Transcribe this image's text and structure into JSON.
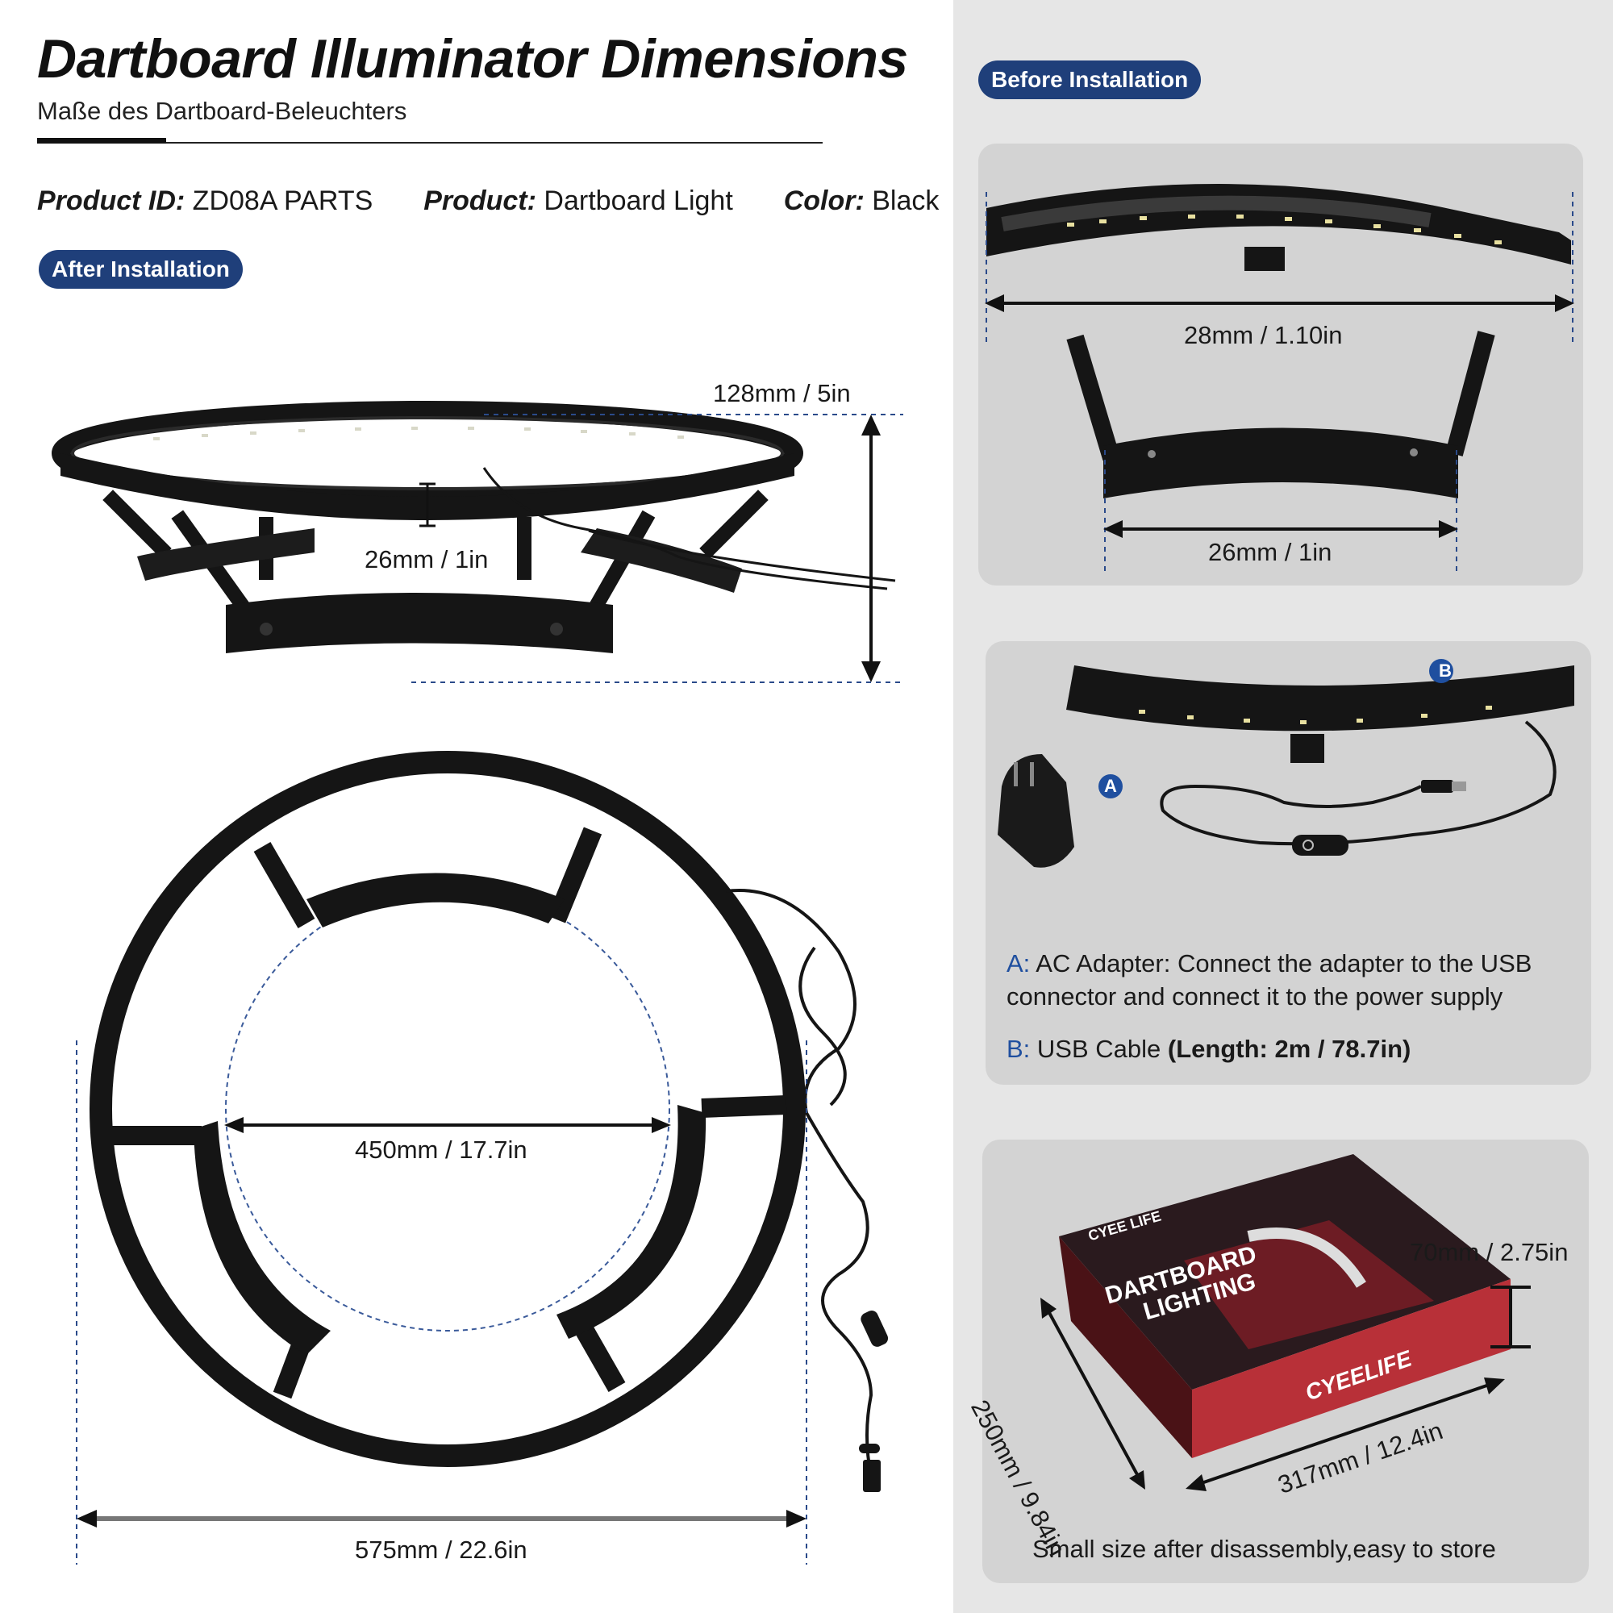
{
  "header": {
    "title": "Dartboard Illuminator Dimensions",
    "subtitle": "Maße des Dartboard-Beleuchters"
  },
  "specs": {
    "product_id_label": "Product ID:",
    "product_id_value": "ZD08A PARTS",
    "product_label": "Product:",
    "product_value": "Dartboard Light",
    "color_label": "Color:",
    "color_value": "Black"
  },
  "left": {
    "after_installation_label": "After Installation",
    "height_dim": "128mm / 5in",
    "bracket_dim": "26mm / 1in",
    "inner_diameter_dim": "450mm / 17.7in",
    "outer_diameter_dim": "575mm / 22.6in"
  },
  "right": {
    "before_installation_label": "Before Installation",
    "strip_width_dim": "28mm / 1.10in",
    "bracket_width_dim": "26mm / 1in",
    "badge_a": "A",
    "badge_b": "B",
    "note_a_label": "A:",
    "note_a_text_line1": "AC Adapter: Connect the adapter to the USB",
    "note_a_text_line2": "connector and connect it to the power supply",
    "note_b_label": "B:",
    "note_b_text": "USB Cable",
    "note_b_length": "(Length: 2m / 78.7in)",
    "box_height_dim": "70mm / 2.75in",
    "box_depth_dim": "250mm / 9.84in",
    "box_width_dim": "317mm / 12.4in",
    "box_brand": "CYEE LIFE",
    "box_brand_side": "CYEELIFE",
    "box_title_line1": "DARTBOARD",
    "box_title_line2": "LIGHTING",
    "storage_caption": "Small size after disassembly,easy to store"
  },
  "colors": {
    "accent_blue": "#1f3f7a",
    "label_blue": "#1f4f9f",
    "panel_gray": "#d3d3d3",
    "right_bg": "#e6e6e6",
    "product_black": "#151515",
    "box_red": "#a0222a"
  }
}
